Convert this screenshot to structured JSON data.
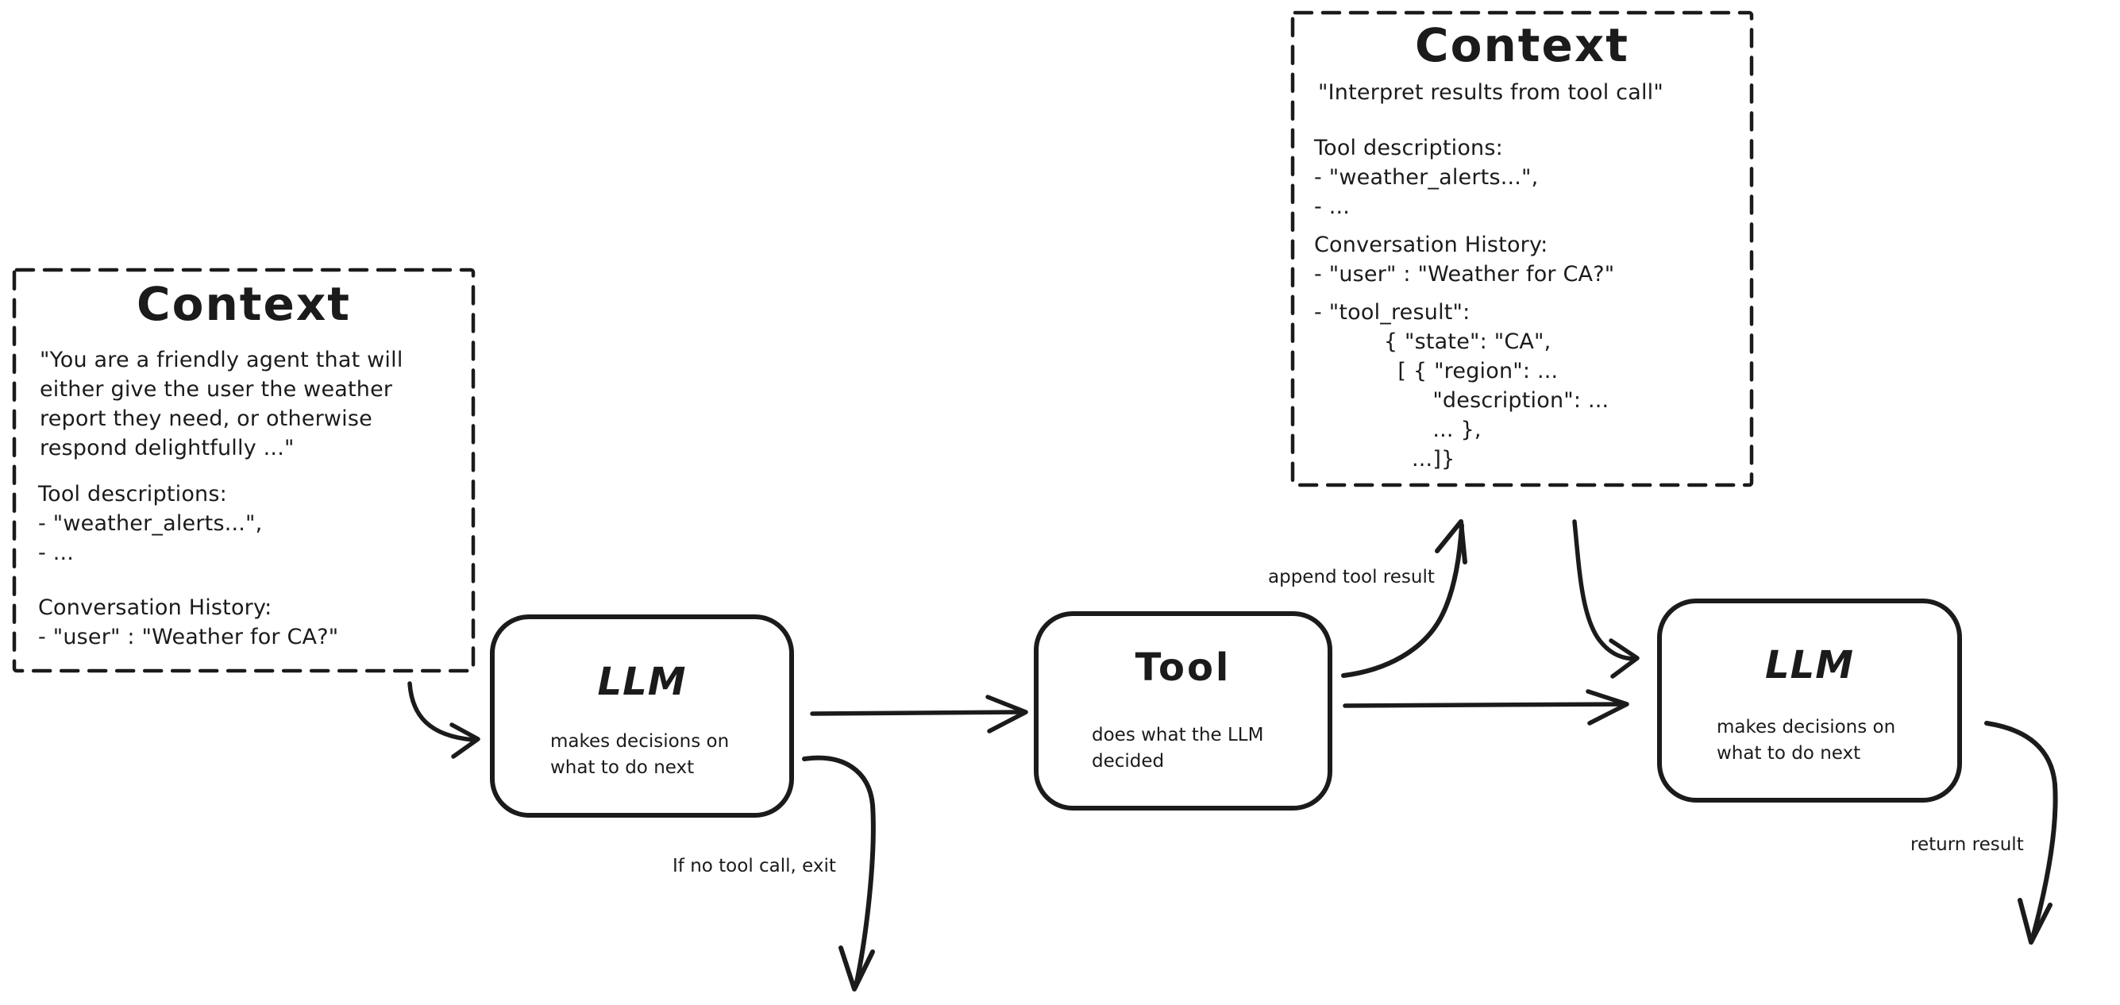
{
  "colors": {
    "background": "#ffffff",
    "ink": "#1b1b1b"
  },
  "context_left": {
    "title": "Context",
    "system_prompt": "\"You are a friendly agent that will\neither give the user the weather\nreport they need, or otherwise\nrespond delightfully ...\"",
    "tool_descriptions": "Tool descriptions:\n- \"weather_alerts...\",\n- ...",
    "conversation_history": "Conversation History:\n- \"user\" : \"Weather for CA?\""
  },
  "context_top": {
    "title": "Context",
    "instruction": "\"Interpret results from tool call\"",
    "tool_descriptions": "Tool descriptions:\n- \"weather_alerts...\",\n- ...",
    "conversation_history": "Conversation History:\n- \"user\" : \"Weather for CA?\"",
    "tool_result": "- \"tool_result\":\n          { \"state\": \"CA\",\n            [ { \"region\": ...\n                 \"description\": ...\n                 ... },\n              ...]}"
  },
  "nodes": {
    "llm_1": {
      "title": "LLM",
      "subtitle": "makes decisions on\nwhat to do next"
    },
    "tool": {
      "title": "Tool",
      "subtitle": "does what the LLM\ndecided"
    },
    "llm_2": {
      "title": "LLM",
      "subtitle": "makes decisions on\nwhat to do next"
    }
  },
  "edge_labels": {
    "append_tool_result": "append tool result",
    "if_no_tool_call_exit": "If no tool call, exit",
    "return_result": "return result"
  }
}
